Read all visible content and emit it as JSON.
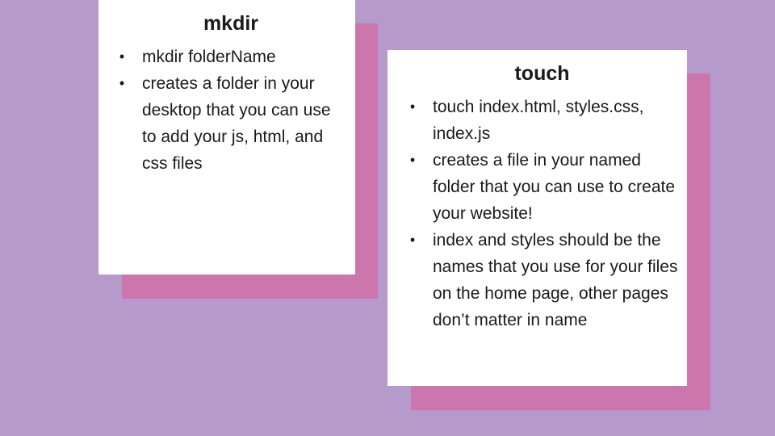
{
  "colors": {
    "background": "#b59acb",
    "shadow": "#cc76ae",
    "card": "#ffffff",
    "text": "#1a1a1a"
  },
  "cards": [
    {
      "title": "mkdir",
      "bullets": [
        "mkdir folderName",
        "creates a folder in your desktop that you can use to add your js, html, and css files"
      ]
    },
    {
      "title": "touch",
      "bullets": [
        "touch index.html, styles.css, index.js",
        "creates a file in your named folder that you can use to create your website!",
        "index and styles should be the names that you use for your files on the home page, other pages don’t matter in name"
      ]
    }
  ]
}
